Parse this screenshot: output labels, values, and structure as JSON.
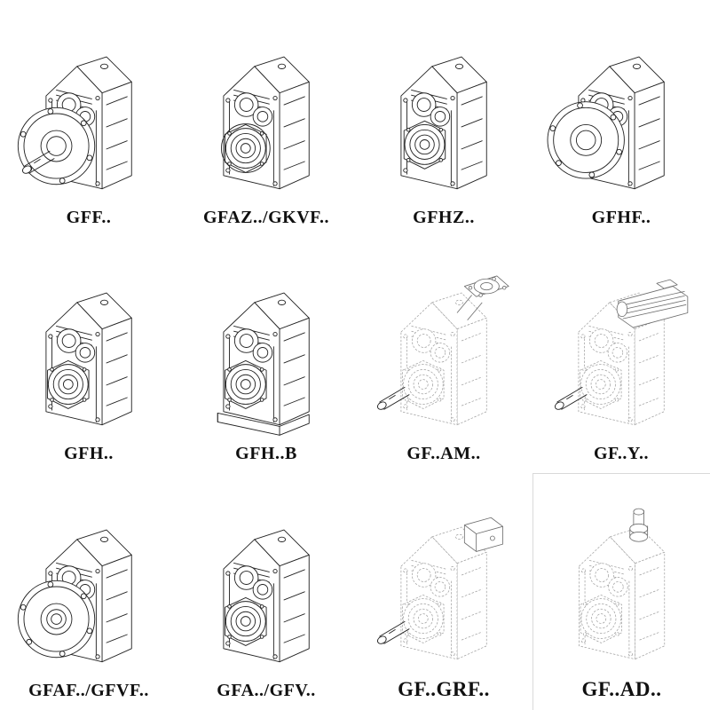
{
  "catalog": {
    "description": "Helical gearbox model variants line-art catalog",
    "colors": {
      "line": "#232323",
      "phantom_line": "#a2a2a2",
      "background": "#ffffff"
    },
    "items": [
      {
        "model": "GFF..",
        "drawing": "gearbox-output-flange-solid-shaft"
      },
      {
        "model": "GFAZ../GKVF..",
        "drawing": "gearbox-hollow-shaft-small-flange"
      },
      {
        "model": "GFHZ..",
        "drawing": "gearbox-hollow-shaft"
      },
      {
        "model": "GFHF..",
        "drawing": "gearbox-flange-mounted"
      },
      {
        "model": "GFH..",
        "drawing": "gearbox-shaft-mounted"
      },
      {
        "model": "GFH..B",
        "drawing": "gearbox-shaft-mounted-with-base"
      },
      {
        "model": "GF..AM..",
        "drawing": "gearbox-motor-adapter-flange"
      },
      {
        "model": "GF..Y..",
        "drawing": "gearbox-with-mounted-motor"
      },
      {
        "model": "GFAF../GFVF..",
        "drawing": "gearbox-output-flange-hollow-shaft"
      },
      {
        "model": "GFA../GFV..",
        "drawing": "gearbox-hollow-shaft-basic"
      },
      {
        "model": "GF..GRF..",
        "drawing": "gearbox-input-adapter-block"
      },
      {
        "model": "GF..AD..",
        "drawing": "gearbox-top-input-shaft-adapter"
      }
    ]
  }
}
